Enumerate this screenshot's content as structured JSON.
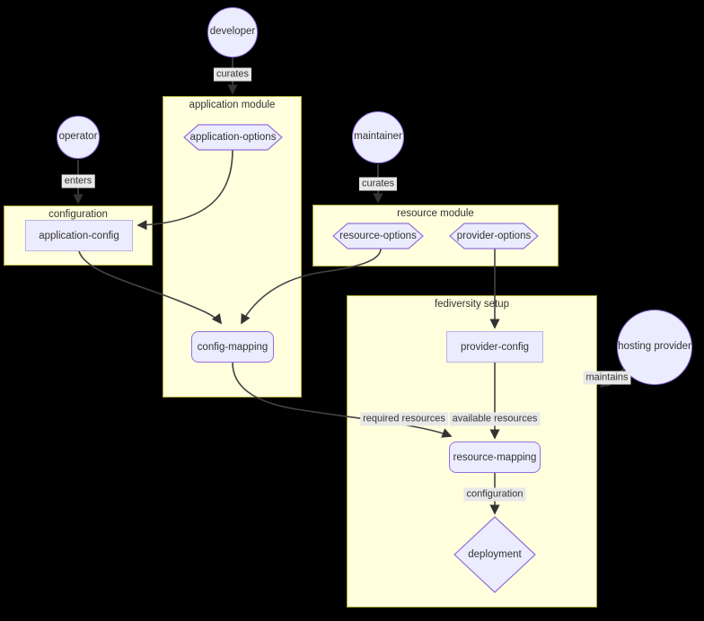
{
  "diagram_type": "flowchart",
  "colors": {
    "background": "#000000",
    "node_fill": "#ECECFF",
    "node_border": "#9370DB",
    "container_fill": "#FFFFDE",
    "container_border": "#AAAA33",
    "edge": "#434343",
    "edge_label_bg": "#E8E8E8",
    "text": "#333333"
  },
  "actors": {
    "developer": "developer",
    "operator": "operator",
    "maintainer": "maintainer",
    "hosting_provider": "hosting provider"
  },
  "containers": {
    "application_module": "application module",
    "configuration": "configuration",
    "resource_module": "resource module",
    "fediversity_setup": "fediversity setup"
  },
  "nodes": {
    "application_options": "application-options",
    "resource_options": "resource-options",
    "provider_options": "provider-options",
    "application_config": "application-config",
    "provider_config": "provider-config",
    "config_mapping": "config-mapping",
    "resource_mapping": "resource-mapping",
    "deployment": "deployment"
  },
  "edges": [
    {
      "from": "developer",
      "to": "application module",
      "label": "curates"
    },
    {
      "from": "operator",
      "to": "configuration",
      "label": "enters"
    },
    {
      "from": "maintainer",
      "to": "resource module",
      "label": "curates"
    },
    {
      "from": "application-options",
      "to": "application-config",
      "label": ""
    },
    {
      "from": "application-config",
      "to": "config-mapping",
      "label": ""
    },
    {
      "from": "resource-options",
      "to": "config-mapping",
      "label": ""
    },
    {
      "from": "provider-options",
      "to": "provider-config",
      "label": ""
    },
    {
      "from": "config-mapping",
      "to": "resource-mapping",
      "label": "required resources"
    },
    {
      "from": "provider-config",
      "to": "resource-mapping",
      "label": "available resources"
    },
    {
      "from": "resource-mapping",
      "to": "deployment",
      "label": "configuration"
    },
    {
      "from": "hosting provider",
      "to": "fediversity setup",
      "label": "maintains"
    }
  ]
}
